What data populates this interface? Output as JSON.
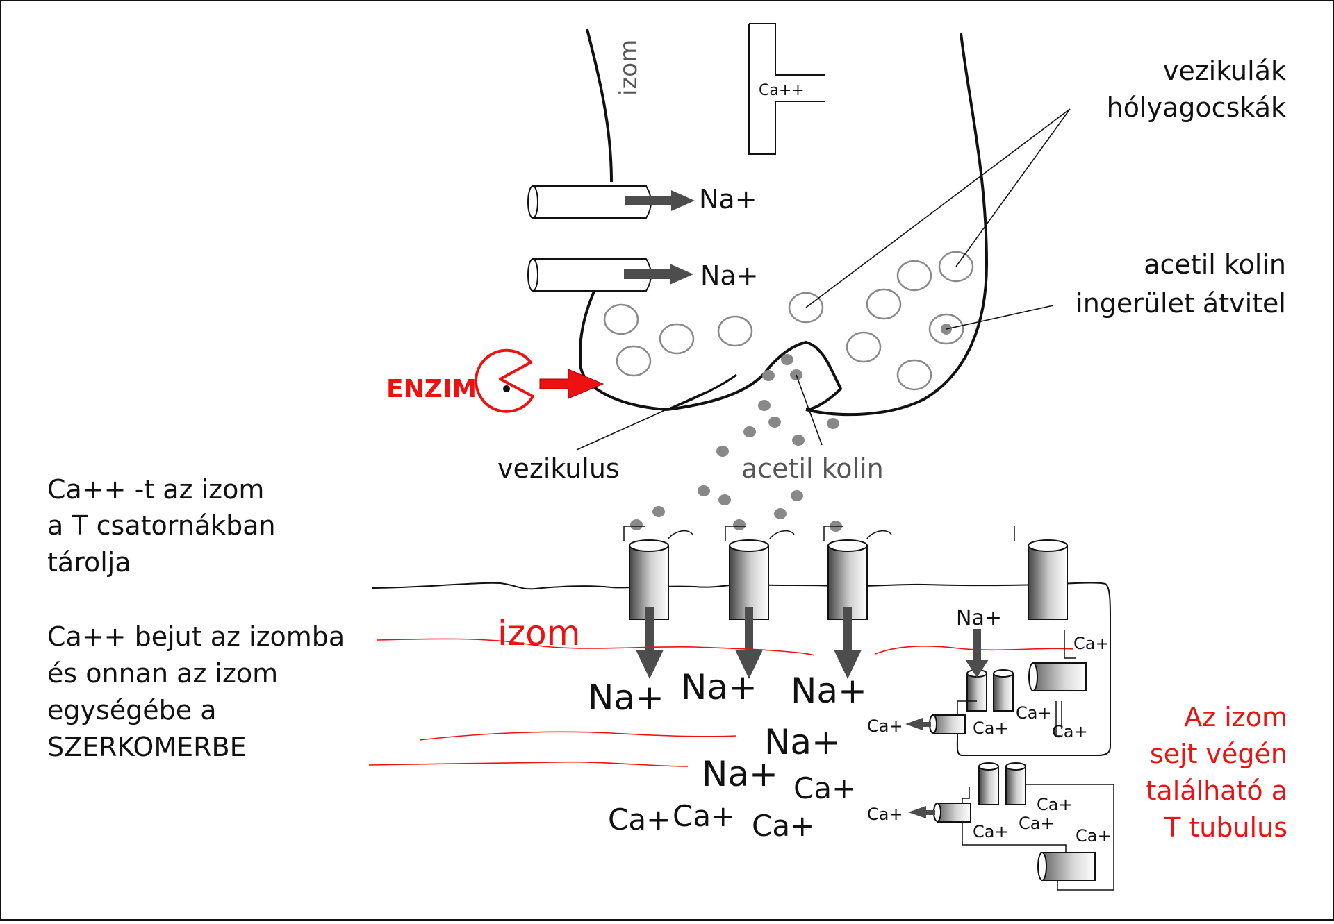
{
  "colors": {
    "black": "#111111",
    "red": "#ee1111",
    "arrow_gray": "#4d4d4d",
    "dot_gray": "#888888",
    "circle_gray": "#8a8a8a",
    "text_gray": "#555555"
  },
  "labels": {
    "izom_vertical": "izom",
    "ca_channel_top": "Ca++",
    "na_top_1": "Na+",
    "na_top_2": "Na+",
    "vezikulak": "vezikulák",
    "holyagocskak": "hólyagocskák",
    "acetil_kolin_1": "acetil kolin",
    "ingerulet_atvitel": "ingerület átvitel",
    "enzim": "ENZIM",
    "vezikulus": "vezikulus",
    "acetil_kolin_2": "acetil kolin",
    "izom_red": "izom",
    "na_big_1": "Na+",
    "na_big_2": "Na+",
    "na_big_3": "Na+",
    "na_big_4": "Na+",
    "na_big_5": "Na+",
    "ca_big_1": "Ca+",
    "ca_big_2": "Ca+",
    "ca_big_3": "Ca+",
    "ca_big_4": "Ca+",
    "na_tubulus": "Na+",
    "ca_small_1": "Ca+",
    "ca_small_2": "Ca+",
    "ca_small_3": "Ca+",
    "ca_small_4": "Ca+",
    "ca_small_5": "Ca+",
    "ca_small_6": "Ca+",
    "ca_small_7": "Ca+",
    "ca_small_8": "Ca+",
    "ca_small_9": "Ca+",
    "ca_small_10": "Ca+"
  },
  "left_text": {
    "block1": [
      "Ca++ -t az izom",
      "a T csatornákban",
      "tárolja"
    ],
    "block2": [
      "Ca++ bejut az izomba",
      "és onnan az izom",
      "egységébe a",
      "SZERKOMERBE"
    ]
  },
  "right_text": [
    "Az izom",
    "sejt végén",
    "található a",
    "T tubulus"
  ]
}
